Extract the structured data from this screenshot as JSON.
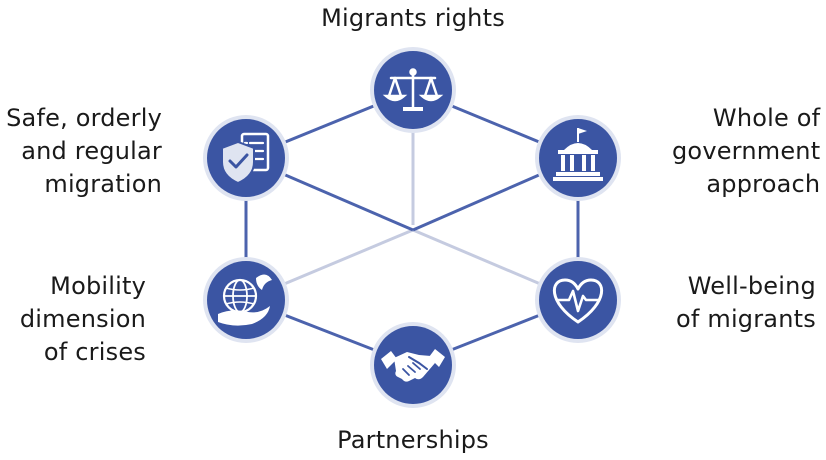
{
  "labels": {
    "top": "Migrants rights",
    "upper_left": [
      "Safe, orderly",
      "and regular",
      "migration"
    ],
    "upper_right": [
      "Whole of",
      "government",
      "approach"
    ],
    "lower_left": [
      "Mobility",
      "dimension",
      "of crises"
    ],
    "lower_right": [
      "Well-being",
      "of migrants"
    ],
    "bottom": "Partnerships"
  },
  "icons": {
    "top": "scales-of-justice-icon",
    "upper_left": "shield-checklist-icon",
    "upper_right": "government-building-icon",
    "lower_left": "globe-hand-dove-icon",
    "lower_right": "heart-pulse-icon",
    "bottom": "handshake-icon"
  },
  "colors": {
    "node_fill": "#3b55a3",
    "node_ring": "#dfe4f1",
    "edge": "#4c63ad",
    "inner_edge": "#c5cbe0",
    "text": "#1a1a1a"
  }
}
